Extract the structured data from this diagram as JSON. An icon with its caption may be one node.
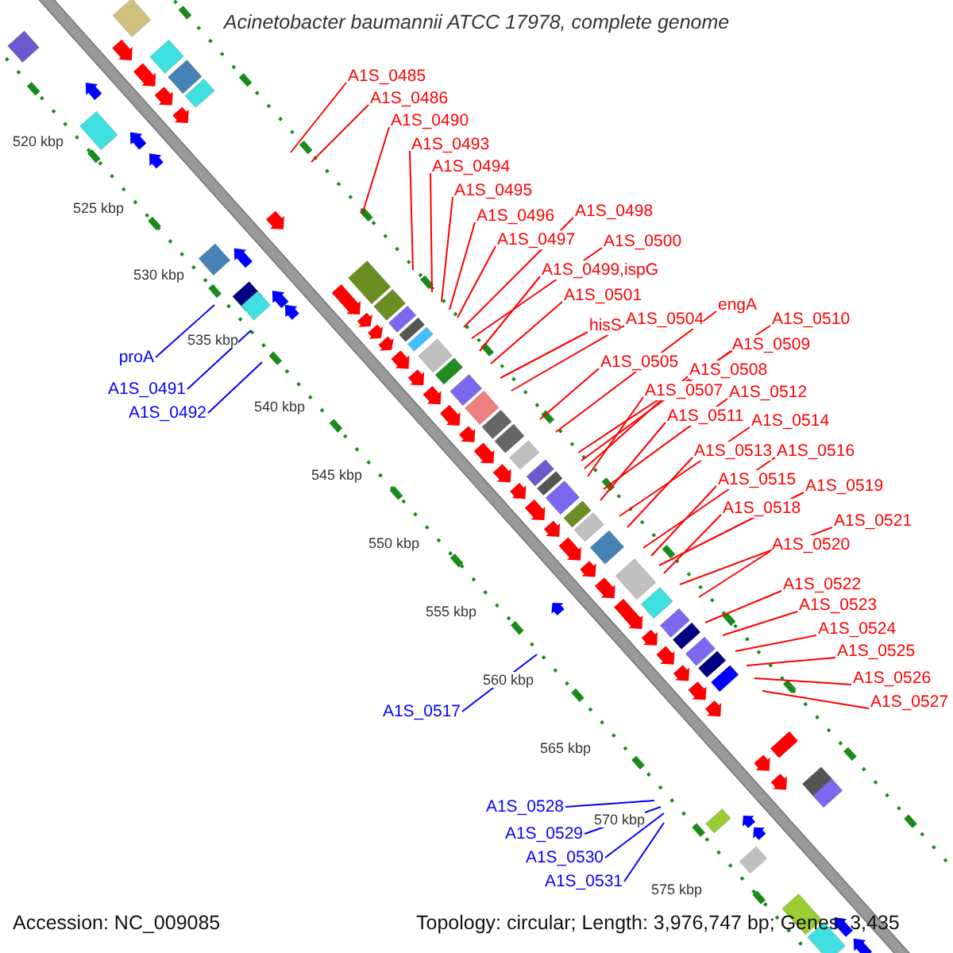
{
  "diagram": {
    "title": "Acinetobacter baumannii ATCC 17978, complete genome",
    "nodes": [
      {
        "text": [
          "A1S_0485"
        ]
      },
      {
        "text": [
          "A1S_0486"
        ]
      },
      {
        "text": [
          "A1S_0490"
        ]
      },
      {
        "text": [
          "A1S_0493"
        ]
      },
      {
        "text": [
          "A1S_0494"
        ]
      },
      {
        "text": [
          "A1S_0495"
        ]
      },
      {
        "text": [
          "A1S_0496"
        ]
      },
      {
        "text": [
          "A1S_0497"
        ]
      },
      {
        "text": [
          "A1S_0498"
        ]
      },
      {
        "text": [
          "A1S_0500"
        ]
      },
      {
        "text": [
          "A1S_0499,ispG"
        ]
      },
      {
        "text": [
          "A1S_0501"
        ]
      },
      {
        "text": [
          "hisS"
        ]
      },
      {
        "text": [
          "A1S_0504"
        ]
      },
      {
        "text": [
          "engA"
        ]
      },
      {
        "text": [
          "A1S_0505"
        ]
      },
      {
        "text": [
          "A1S_0510"
        ]
      },
      {
        "text": [
          "A1S_0509"
        ]
      },
      {
        "text": [
          "A1S_0508"
        ]
      },
      {
        "text": [
          "A1S_0507"
        ]
      },
      {
        "text": [
          "A1S_0512"
        ]
      },
      {
        "text": [
          "A1S_0511"
        ]
      },
      {
        "text": [
          "A1S_0514"
        ]
      },
      {
        "text": [
          "A1S_0513"
        ]
      },
      {
        "text": [
          "A1S_0516"
        ]
      },
      {
        "text": [
          "A1S_0515"
        ]
      },
      {
        "text": [
          "A1S_0519"
        ]
      },
      {
        "text": [
          "A1S_0518"
        ]
      },
      {
        "text": [
          "A1S_0521"
        ]
      },
      {
        "text": [
          "A1S_0520"
        ]
      },
      {
        "text": [
          "A1S_0522"
        ]
      },
      {
        "text": [
          "A1S_0523"
        ]
      },
      {
        "text": [
          "A1S_0524"
        ]
      },
      {
        "text": [
          "A1S_0525"
        ]
      },
      {
        "text": [
          "A1S_0526"
        ]
      },
      {
        "text": [
          "A1S_0527"
        ]
      },
      {
        "text": [
          "proA"
        ]
      },
      {
        "text": [
          "A1S_0491"
        ]
      },
      {
        "text": [
          "A1S_0492"
        ]
      },
      {
        "text": [
          "A1S_0517"
        ]
      },
      {
        "text": [
          "A1S_0528"
        ]
      },
      {
        "text": [
          "A1S_0529"
        ]
      },
      {
        "text": [
          "A1S_0530"
        ]
      },
      {
        "text": [
          "A1S_0531"
        ]
      }
    ],
    "edges": [
      {
        "from": 0,
        "to": null,
        "arrow": "none"
      },
      {
        "from": 1,
        "to": null,
        "arrow": "none"
      },
      {
        "from": 2,
        "to": null,
        "arrow": "none"
      },
      {
        "from": 3,
        "to": null,
        "arrow": "none"
      },
      {
        "from": 4,
        "to": null,
        "arrow": "none"
      },
      {
        "from": 5,
        "to": null,
        "arrow": "none"
      },
      {
        "from": 6,
        "to": null,
        "arrow": "none"
      },
      {
        "from": 7,
        "to": null,
        "arrow": "none"
      },
      {
        "from": 8,
        "to": null,
        "arrow": "none"
      },
      {
        "from": 9,
        "to": null,
        "arrow": "none"
      },
      {
        "from": 10,
        "to": null,
        "arrow": "none"
      },
      {
        "from": 11,
        "to": null,
        "arrow": "none"
      },
      {
        "from": 12,
        "to": null,
        "arrow": "none"
      },
      {
        "from": 13,
        "to": null,
        "arrow": "none"
      },
      {
        "from": 14,
        "to": null,
        "arrow": "none"
      },
      {
        "from": 15,
        "to": null,
        "arrow": "none"
      },
      {
        "from": 16,
        "to": null,
        "arrow": "none"
      },
      {
        "from": 17,
        "to": null,
        "arrow": "none"
      },
      {
        "from": 18,
        "to": null,
        "arrow": "none"
      },
      {
        "from": 19,
        "to": null,
        "arrow": "none"
      },
      {
        "from": 20,
        "to": null,
        "arrow": "none"
      },
      {
        "from": 21,
        "to": null,
        "arrow": "none"
      },
      {
        "from": 22,
        "to": null,
        "arrow": "none"
      },
      {
        "from": 23,
        "to": null,
        "arrow": "none"
      },
      {
        "from": 24,
        "to": null,
        "arrow": "none"
      },
      {
        "from": 25,
        "to": null,
        "arrow": "none"
      },
      {
        "from": 26,
        "to": null,
        "arrow": "none"
      },
      {
        "from": 27,
        "to": null,
        "arrow": "none"
      },
      {
        "from": 28,
        "to": null,
        "arrow": "none"
      },
      {
        "from": 29,
        "to": null,
        "arrow": "none"
      },
      {
        "from": 30,
        "to": null,
        "arrow": "none"
      },
      {
        "from": 31,
        "to": null,
        "arrow": "none"
      },
      {
        "from": 32,
        "to": null,
        "arrow": "none"
      },
      {
        "from": 33,
        "to": null,
        "arrow": "none"
      },
      {
        "from": 34,
        "to": null,
        "arrow": "none"
      },
      {
        "from": 35,
        "to": null,
        "arrow": "none"
      },
      {
        "from": 36,
        "to": null,
        "arrow": "none",
        "color": "#0000ff"
      },
      {
        "from": 37,
        "to": null,
        "arrow": "none",
        "color": "#0000ff"
      },
      {
        "from": 38,
        "to": null,
        "arrow": "none",
        "color": "#0000ff"
      },
      {
        "from": 39,
        "to": null,
        "arrow": "none",
        "color": "#0000ff"
      },
      {
        "from": 40,
        "to": null,
        "arrow": "none",
        "color": "#0000ff"
      },
      {
        "from": 41,
        "to": null,
        "arrow": "none",
        "color": "#0000ff"
      },
      {
        "from": 42,
        "to": null,
        "arrow": "none",
        "color": "#0000ff"
      },
      {
        "from": 43,
        "to": null,
        "arrow": "none",
        "color": "#0000ff"
      }
    ],
    "labels": [
      "520 kbp",
      "525 kbp",
      "530 kbp",
      "535 kbp",
      "540 kbp",
      "545 kbp",
      "550 kbp",
      "555 kbp",
      "560 kbp",
      "565 kbp",
      "570 kbp",
      "575 kbp",
      "Accession: NC_009085",
      "Topology: circular; Length: 3,976,747 bp; Genes: 3,435"
    ]
  }
}
